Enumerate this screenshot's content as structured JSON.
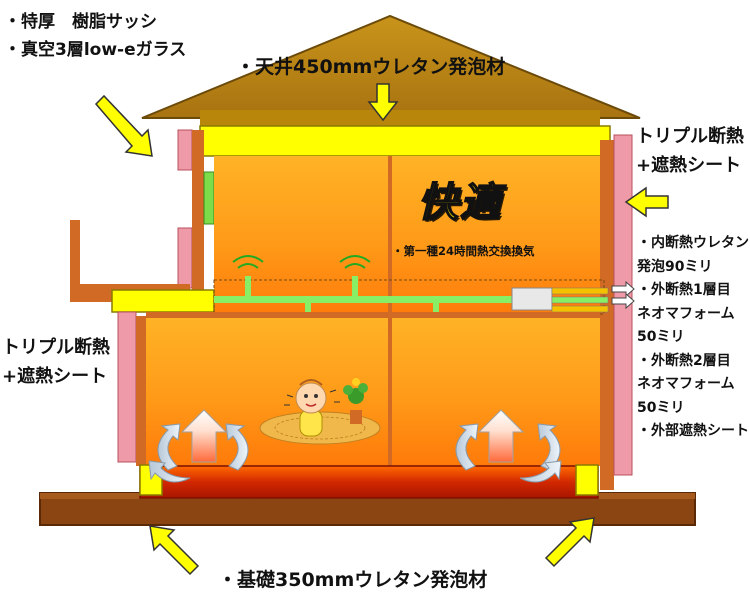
{
  "labels": {
    "window_line1": "・特厚　樹脂サッシ",
    "window_line2": "・真空3層low-eガラス",
    "ceiling": "・天井450mmウレタン発泡材",
    "triple_right_line1": "トリプル断熱",
    "triple_right_line2": "+遮熱シート",
    "triple_left_line1": "トリプル断熱",
    "triple_left_line2": "+遮熱シート",
    "comfort": "快適",
    "ventilation": "・第一種24時間熱交換換気",
    "spec_lines": [
      "・内断熱ウレタン",
      "発泡90ミリ",
      "・外断熱1層目",
      "ネオマフォーム",
      "50ミリ",
      "・外断熱2層目",
      "ネオマフォーム",
      "50ミリ",
      "・外部遮熱シート"
    ],
    "foundation": "・基礎350mmウレタン発泡材"
  },
  "colors": {
    "roof": "#b8860b",
    "insulation_yellow": "#ffff00",
    "wall_pink": "#ef9aa8",
    "interior_orange": "#ff9a1a",
    "foundation_brown": "#8b4513",
    "floor_heating_red": "#d42a00",
    "vent_duct_green": "#88ee66"
  }
}
